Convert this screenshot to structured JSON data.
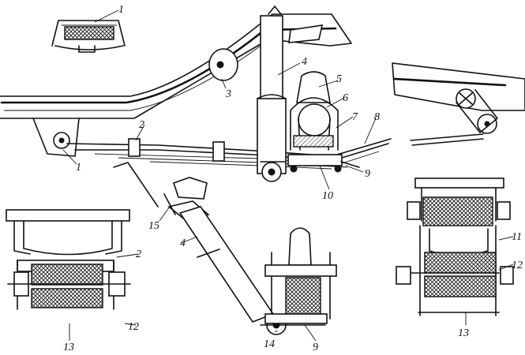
{
  "callouts": [
    {
      "id": "c1a",
      "text": "1"
    },
    {
      "id": "c1b",
      "text": "1"
    },
    {
      "id": "c2a",
      "text": "2"
    },
    {
      "id": "c2b",
      "text": "2"
    },
    {
      "id": "c3",
      "text": "3"
    },
    {
      "id": "c4a",
      "text": "4"
    },
    {
      "id": "c4b",
      "text": "4"
    },
    {
      "id": "c5",
      "text": "5"
    },
    {
      "id": "c6",
      "text": "6"
    },
    {
      "id": "c7",
      "text": "7"
    },
    {
      "id": "c8",
      "text": "8"
    },
    {
      "id": "c9a",
      "text": "9"
    },
    {
      "id": "c9b",
      "text": "9"
    },
    {
      "id": "c10",
      "text": "10"
    },
    {
      "id": "c11",
      "text": "11"
    },
    {
      "id": "c12a",
      "text": "12"
    },
    {
      "id": "c12b",
      "text": "12"
    },
    {
      "id": "c13a",
      "text": "13"
    },
    {
      "id": "c13b",
      "text": "13"
    },
    {
      "id": "c14",
      "text": "14"
    },
    {
      "id": "c15",
      "text": "15"
    }
  ]
}
